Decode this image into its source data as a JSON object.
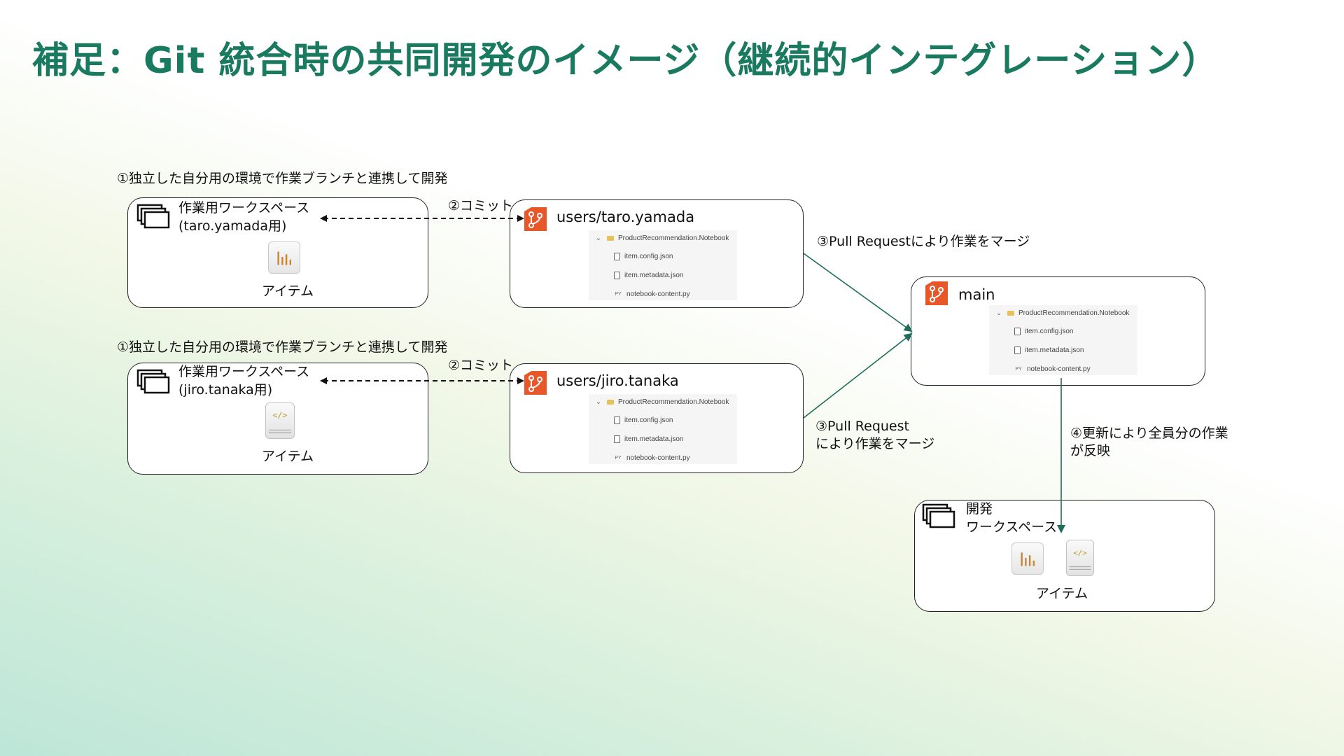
{
  "title": "補足：Git 統合時の共同開発のイメージ（継続的インテグレーション）",
  "step1_label": "①独立した自分用の環境で作業ブランチと連携して開発",
  "step2_label": "②コミット",
  "step3_label_top": "③Pull Requestにより作業をマージ",
  "step3_label_bottom_line1": "③Pull Request",
  "step3_label_bottom_line2": "により作業をマージ",
  "step4_label_line1": "④更新により全員分の作業",
  "step4_label_line2": "が反映",
  "workspaces": [
    {
      "title_line1": "作業用ワークスペース",
      "title_line2": "(taro.yamada用)",
      "item_caption": "アイテム",
      "item_icon": "report-icon"
    },
    {
      "title_line1": "作業用ワークスペース",
      "title_line2": "(jiro.tanaka用)",
      "item_caption": "アイテム",
      "item_icon": "notebook-icon"
    }
  ],
  "branches": [
    {
      "name": "users/taro.yamada"
    },
    {
      "name": "users/jiro.tanaka"
    },
    {
      "name": "main"
    }
  ],
  "file_tree": {
    "folder": "ProductRecommendation.Notebook",
    "files": [
      "item.config.json",
      "item.metadata.json",
      "notebook-content.py"
    ],
    "py_tag": "PY"
  },
  "dev_workspace": {
    "title_line1": "開発",
    "title_line2": "ワークスペース",
    "item_caption": "アイテム"
  },
  "colors": {
    "title": "#1a7a60",
    "arrow": "#1f6e5c",
    "git": "#e8572a"
  }
}
